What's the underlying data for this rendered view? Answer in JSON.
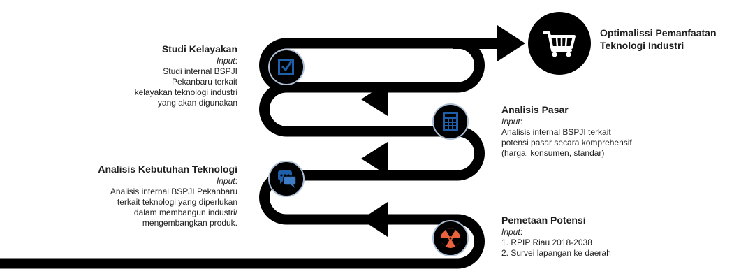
{
  "stages": [
    {
      "title": "Studi Kelayakan",
      "input_label": "Input",
      "description_lines": [
        "Studi internal BSPJI",
        "Pekanbaru terkait",
        "kelayakan teknologi industri",
        "yang akan digunakan"
      ],
      "icon": "checkbox-icon"
    },
    {
      "title": "Analisis Pasar",
      "input_label": "Input",
      "description_lines": [
        "Analisis internal BSPJI terkait",
        "potensi pasar secara komprehensif",
        "(harga, konsumen, standar)"
      ],
      "icon": "calculator-icon"
    },
    {
      "title": "Analisis Kebutuhan Teknologi",
      "input_label": "Input",
      "description_lines": [
        "Analisis internal BSPJI Pekanbaru",
        "terkait teknologi yang diperlukan",
        "dalam membangun industri/",
        "mengembangkan produk."
      ],
      "icon": "chat-bubbles-icon"
    },
    {
      "title": "Pemetaan Potensi",
      "input_label": "Input",
      "description_lines": [
        "1. RPIP Riau 2018-2038",
        "2. Survei lapangan ke daerah"
      ],
      "icon": "radiation-icon"
    }
  ],
  "goal": {
    "title_lines": [
      "Optimalissi Pemanfaatan",
      "Teknologi Industri"
    ],
    "icon": "shopping-cart-icon"
  },
  "colors": {
    "road": "#000000",
    "icon_circle": "#000000",
    "icon_ring": "#aebfd6",
    "icon_blue": "#1f5faa",
    "icon_orange": "#e8623c",
    "text": "#1e1e1e"
  }
}
